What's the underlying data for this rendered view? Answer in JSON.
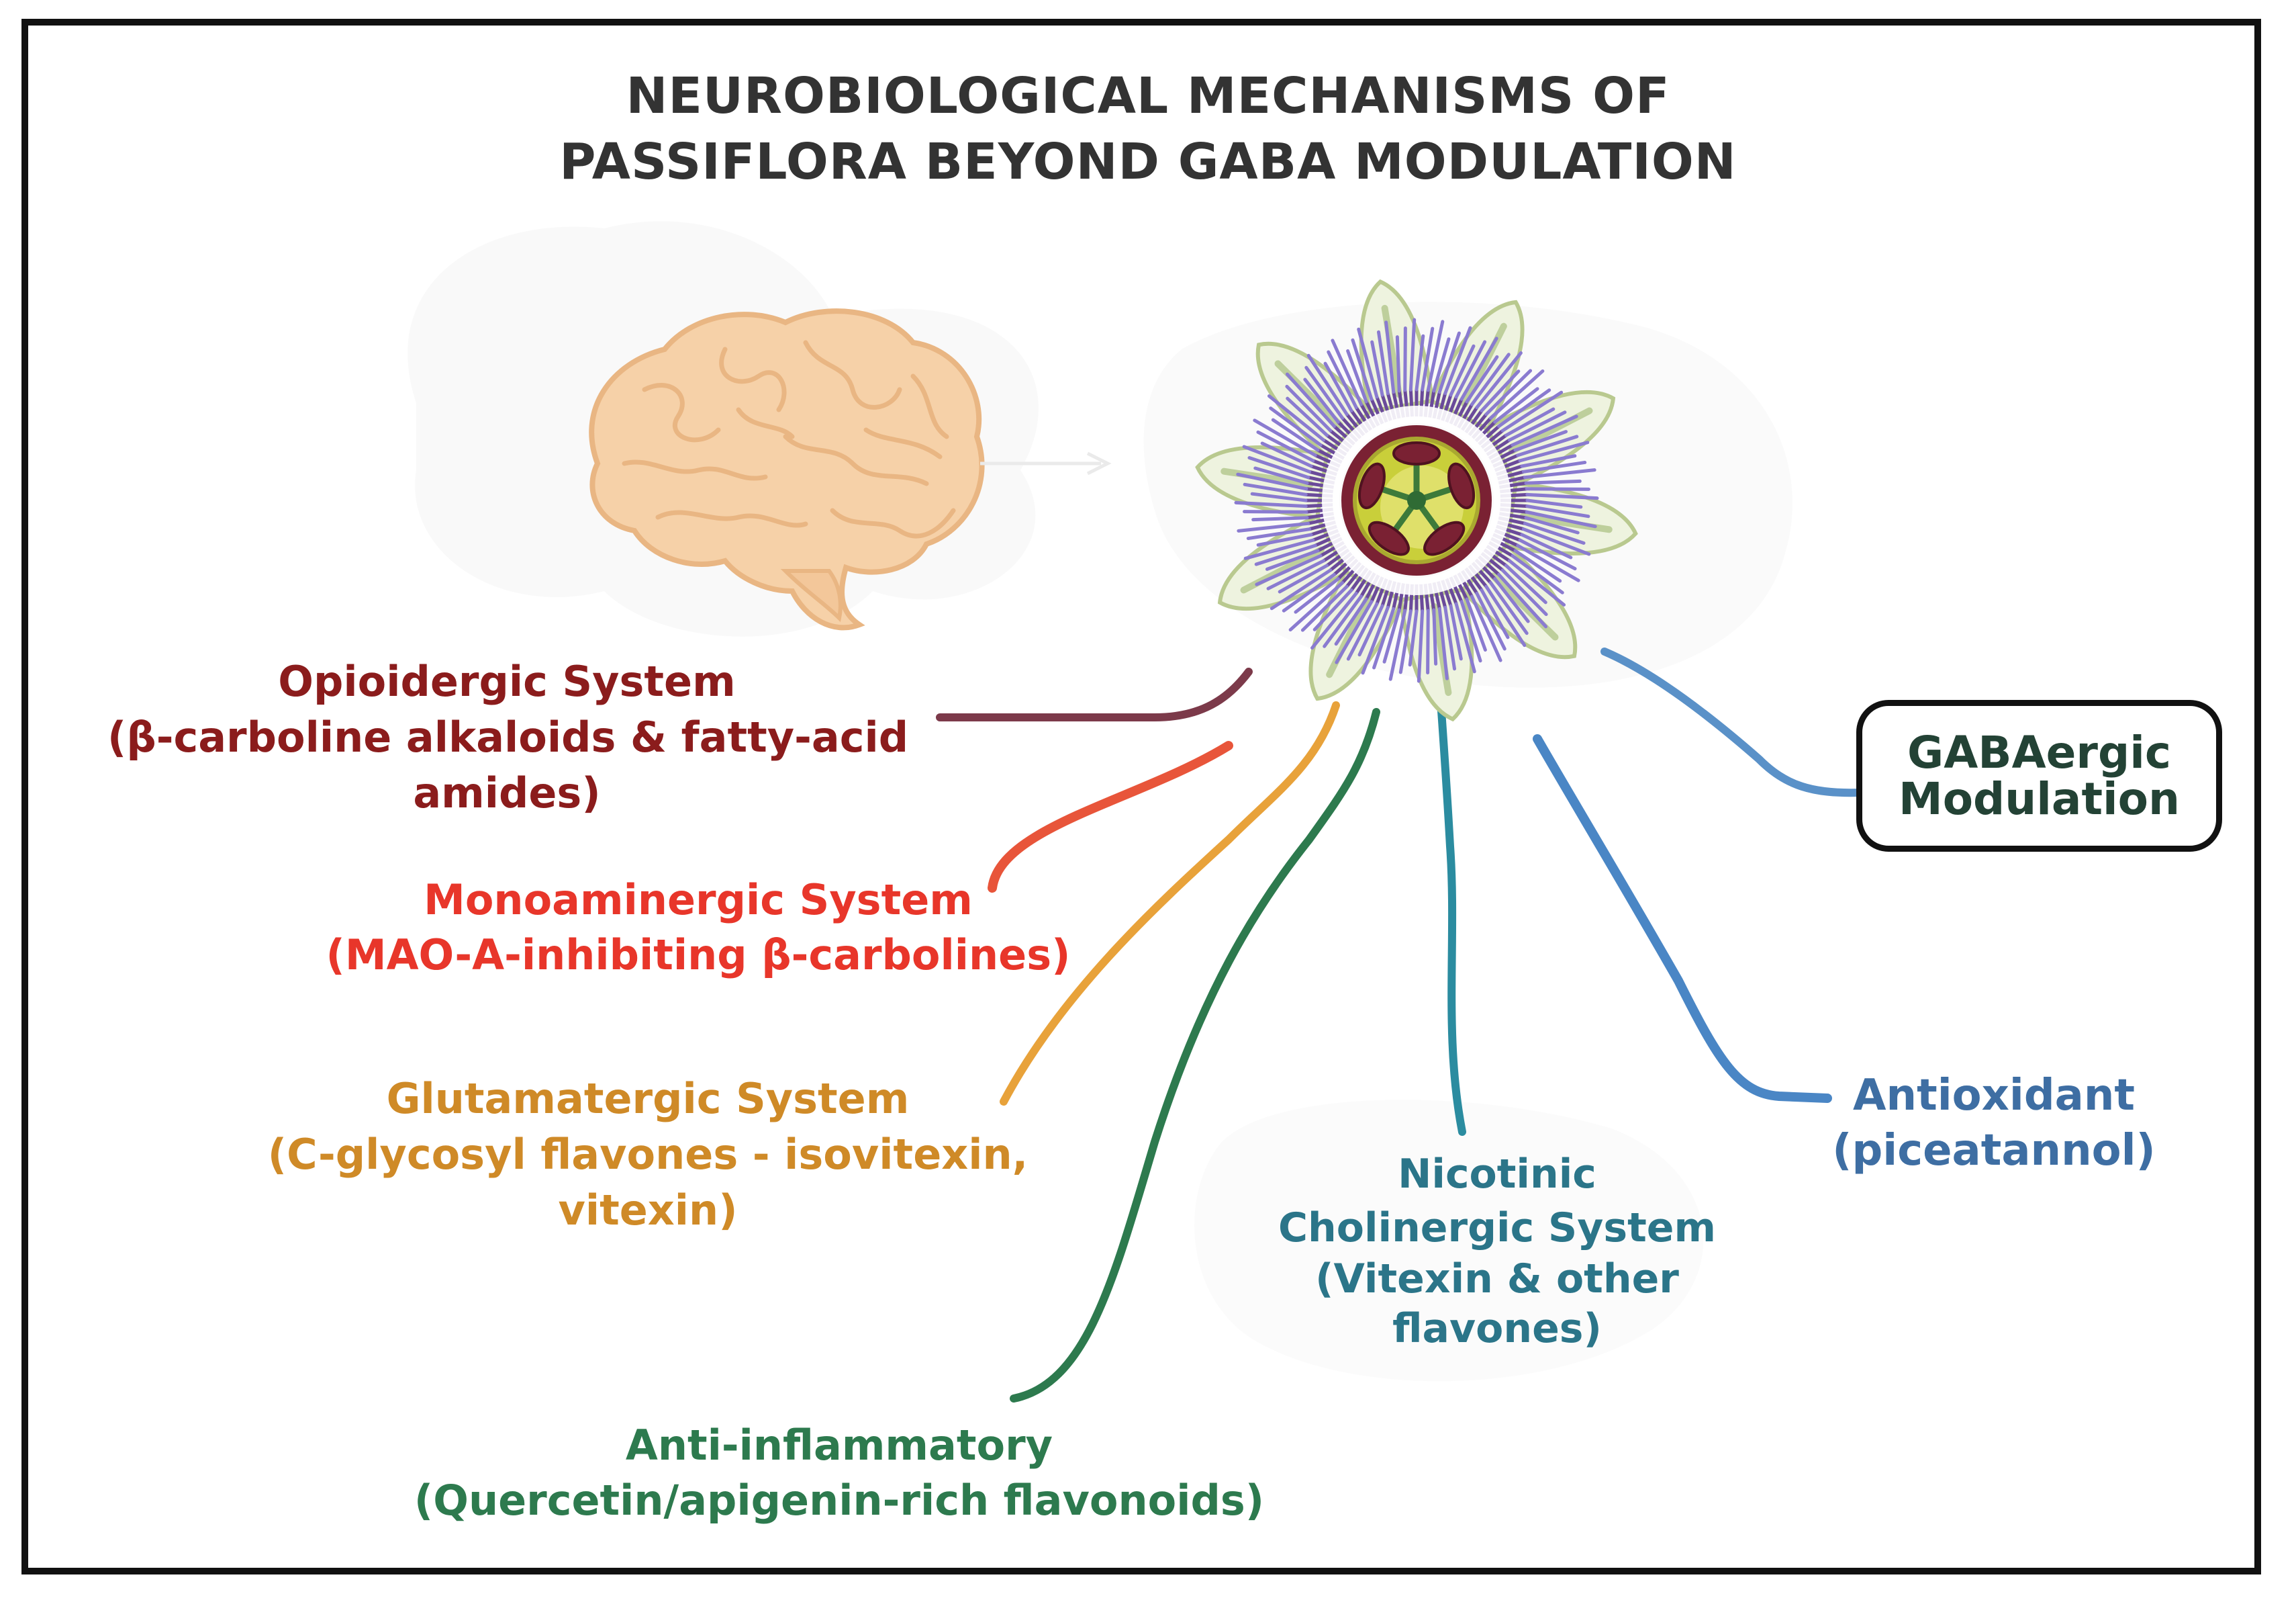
{
  "title": {
    "line1": "NEUROBIOLOGICAL MECHANISMS OF",
    "line2": "PASSIFLORA BEYOND GABA MODULATION"
  },
  "icons": [
    "brain-icon",
    "passion-flower-icon"
  ],
  "colors": {
    "opioidergic": "#8b1c1c",
    "monoaminergic": "#e8362a",
    "glutamatergic": "#cf8a27",
    "anti_inflammatory": "#2d7a4e",
    "nicotinic": "#2b7589",
    "antioxidant": "#3e6ea3",
    "gabaergic": "#234235"
  },
  "mechanisms": {
    "opioidergic": {
      "lines": [
        "Opioidergic System",
        "(β-carboline alkaloids & fatty-acid",
        "amides)"
      ]
    },
    "monoaminergic": {
      "lines": [
        "Monoaminergic System",
        "(MAO-A-inhibiting β-carbolines)"
      ]
    },
    "glutamatergic": {
      "lines": [
        "Glutamatergic System",
        "(C-glycosyl flavones - isovitexin,",
        "vitexin)"
      ]
    },
    "anti_inflammatory": {
      "lines": [
        "Anti-inflammatory",
        "(Quercetin/apigenin-rich flavonoids)"
      ]
    },
    "nicotinic": {
      "lines": [
        "Nicotinic",
        "Cholinergic System",
        "(Vitexin & other",
        "flavones)"
      ]
    },
    "antioxidant": {
      "lines": [
        "Antioxidant",
        "(piceatannol)"
      ]
    },
    "gabaergic": {
      "lines": [
        "GABAergic",
        "Modulation"
      ]
    }
  }
}
